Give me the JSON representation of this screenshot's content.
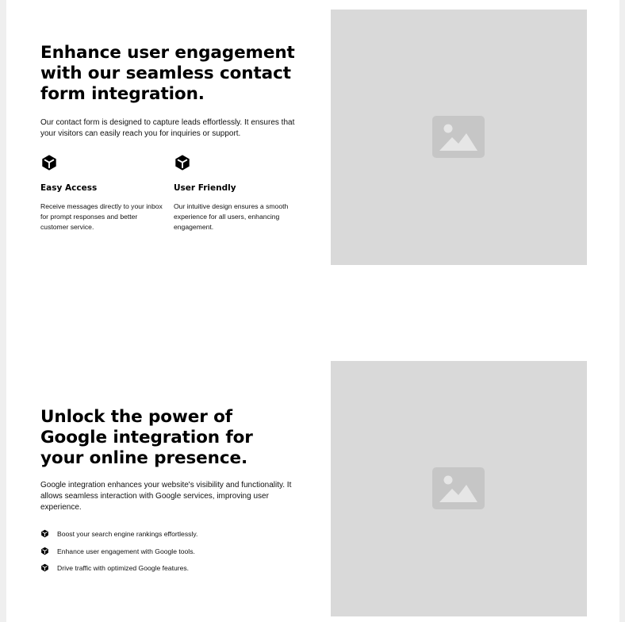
{
  "section1": {
    "title": "Enhance user engagement with our seamless contact form integration.",
    "description": "Our contact form is designed to capture leads effortlessly. It ensures that your visitors can easily reach you for inquiries or support.",
    "features": [
      {
        "icon": "cube-icon",
        "title": "Easy Access",
        "text": "Receive messages directly to your inbox for prompt responses and better customer service."
      },
      {
        "icon": "cube-icon",
        "title": "User Friendly",
        "text": "Our intuitive design ensures a smooth experience for all users, enhancing engagement."
      }
    ],
    "image_icon": "image-placeholder-icon"
  },
  "section2": {
    "title": "Unlock the power of Google integration for your online presence.",
    "description": "Google integration enhances your website's visibility and functionality. It allows seamless interaction with Google services, improving user experience.",
    "bullets": [
      "Boost your search engine rankings effortlessly.",
      "Enhance user engagement with Google tools.",
      "Drive traffic with optimized Google features."
    ],
    "bullet_icon": "cube-icon",
    "image_icon": "image-placeholder-icon"
  },
  "colors": {
    "page_background": "#ffffff",
    "outer_background": "#efefef",
    "placeholder": "#d9d9d9",
    "placeholder_icon": "#c6c6c6",
    "text": "#000000"
  }
}
